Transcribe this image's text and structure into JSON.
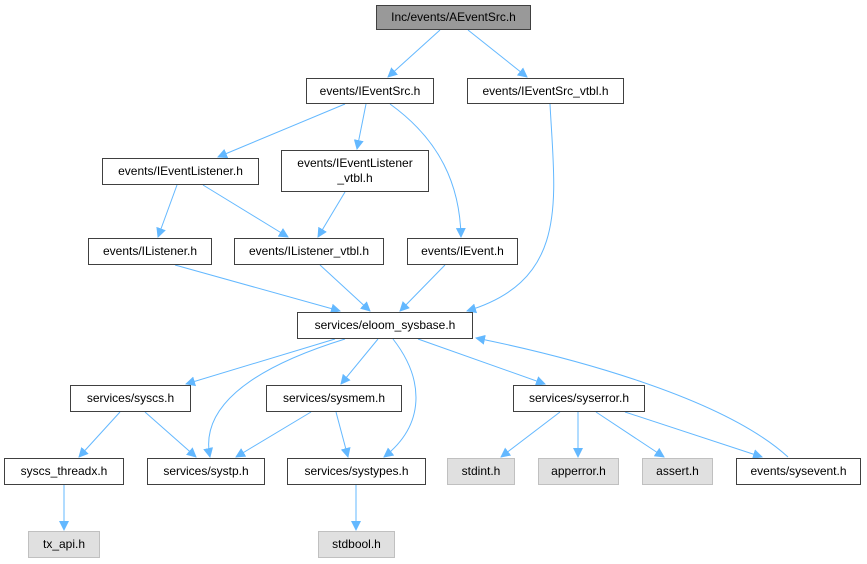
{
  "colors": {
    "edge": "#63b8ff",
    "border": "#404040",
    "root_fill": "#999999",
    "external_fill": "#e0e0e0"
  },
  "nodes": {
    "aeventsrc": "Inc/events/AEventSrc.h",
    "ieventsrc": "events/IEventSrc.h",
    "ieventsrc_vtbl": "events/IEventSrc_vtbl.h",
    "ieventlistener": "events/IEventListener.h",
    "ieventlistener_vtbl": "events/IEventListener\n_vtbl.h",
    "ilistener": "events/IListener.h",
    "ilistener_vtbl": "events/IListener_vtbl.h",
    "ievent": "events/IEvent.h",
    "sysbase": "services/eloom_sysbase.h",
    "syscs": "services/syscs.h",
    "sysmem": "services/sysmem.h",
    "syserror": "services/syserror.h",
    "syscs_threadx": "syscs_threadx.h",
    "systp": "services/systp.h",
    "systypes": "services/systypes.h",
    "stdint": "stdint.h",
    "apperror": "apperror.h",
    "assert": "assert.h",
    "sysevent": "events/sysevent.h",
    "tx_api": "tx_api.h",
    "stdbool": "stdbool.h"
  }
}
